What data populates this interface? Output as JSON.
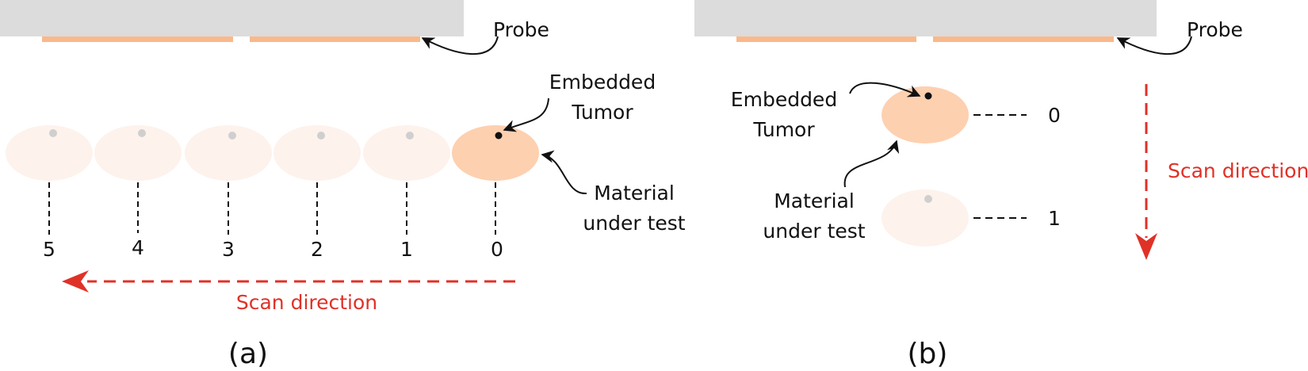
{
  "colors": {
    "probe_housing": "#dcdcdc",
    "probe_element": "#f9b98a",
    "material_active": "#fdd0b0",
    "material_faded": "#fdf2ec",
    "tumor_active": "#111111",
    "tumor_faded": "#cfcfcf",
    "scan_arrow": "#e03127"
  },
  "panel_a": {
    "probe_label": "Probe",
    "tumor_label_line1": "Embedded",
    "tumor_label_line2": "Tumor",
    "material_label_line1": "Material",
    "material_label_line2": "under test",
    "positions": [
      "5",
      "4",
      "3",
      "2",
      "1",
      "0"
    ],
    "scan_label": "Scan direction",
    "caption": "(a)"
  },
  "panel_b": {
    "probe_label": "Probe",
    "tumor_label_line1": "Embedded",
    "tumor_label_line2": "Tumor",
    "material_label_line1": "Material",
    "material_label_line2": "under test",
    "positions": [
      "0",
      "1"
    ],
    "scan_label": "Scan direction",
    "caption": "(b)"
  }
}
